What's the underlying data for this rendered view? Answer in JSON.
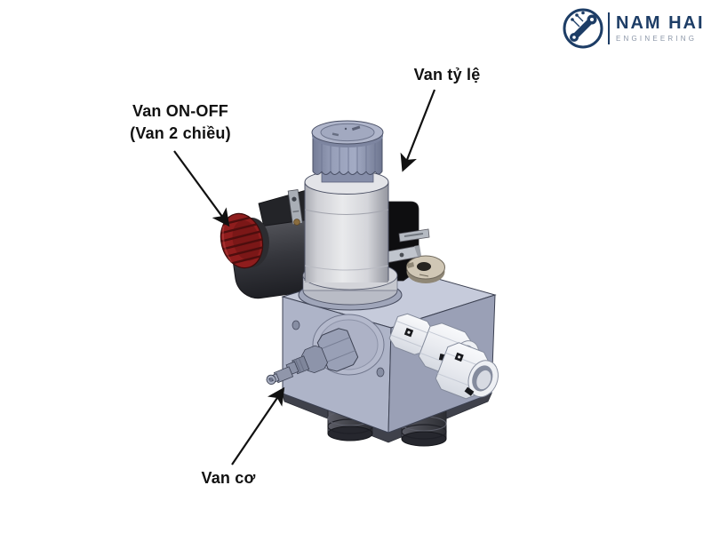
{
  "page": {
    "background_color": "#ffffff"
  },
  "logo": {
    "brand": "NAM HAI",
    "subtitle": "ENGINEERING",
    "brand_color": "#1d3d66",
    "subtitle_color": "#8c97a8",
    "mark_icon": "circuit-wrench-icon"
  },
  "diagram": {
    "subject": "Hydraulic solenoid valve block assembly (3D CAD render)",
    "labels": [
      {
        "id": "van-ty-le",
        "text": "Van tỷ lệ",
        "points_to": "proportional-valve"
      },
      {
        "id": "van-on-off",
        "line1": "Van ON-OFF",
        "line2": "(Van 2 chiều)",
        "points_to": "on-off-valve"
      },
      {
        "id": "van-co",
        "text": "Van cơ",
        "points_to": "mechanical-valve"
      }
    ],
    "colors": {
      "page": "#ffffff",
      "label_text": "#111111",
      "arrow": "#111111",
      "brand": "#1d3d66",
      "subtitle": "#8c97a8",
      "block": "#aeb4c8",
      "block_top": "#c6cbdb",
      "block_right": "#9aa0b6",
      "coil": "#0e0e10",
      "red_knob": "#8f1d1d",
      "ring": "#d0c7b5",
      "fitting": "#eef0f4",
      "port": "#4b4c55"
    }
  }
}
